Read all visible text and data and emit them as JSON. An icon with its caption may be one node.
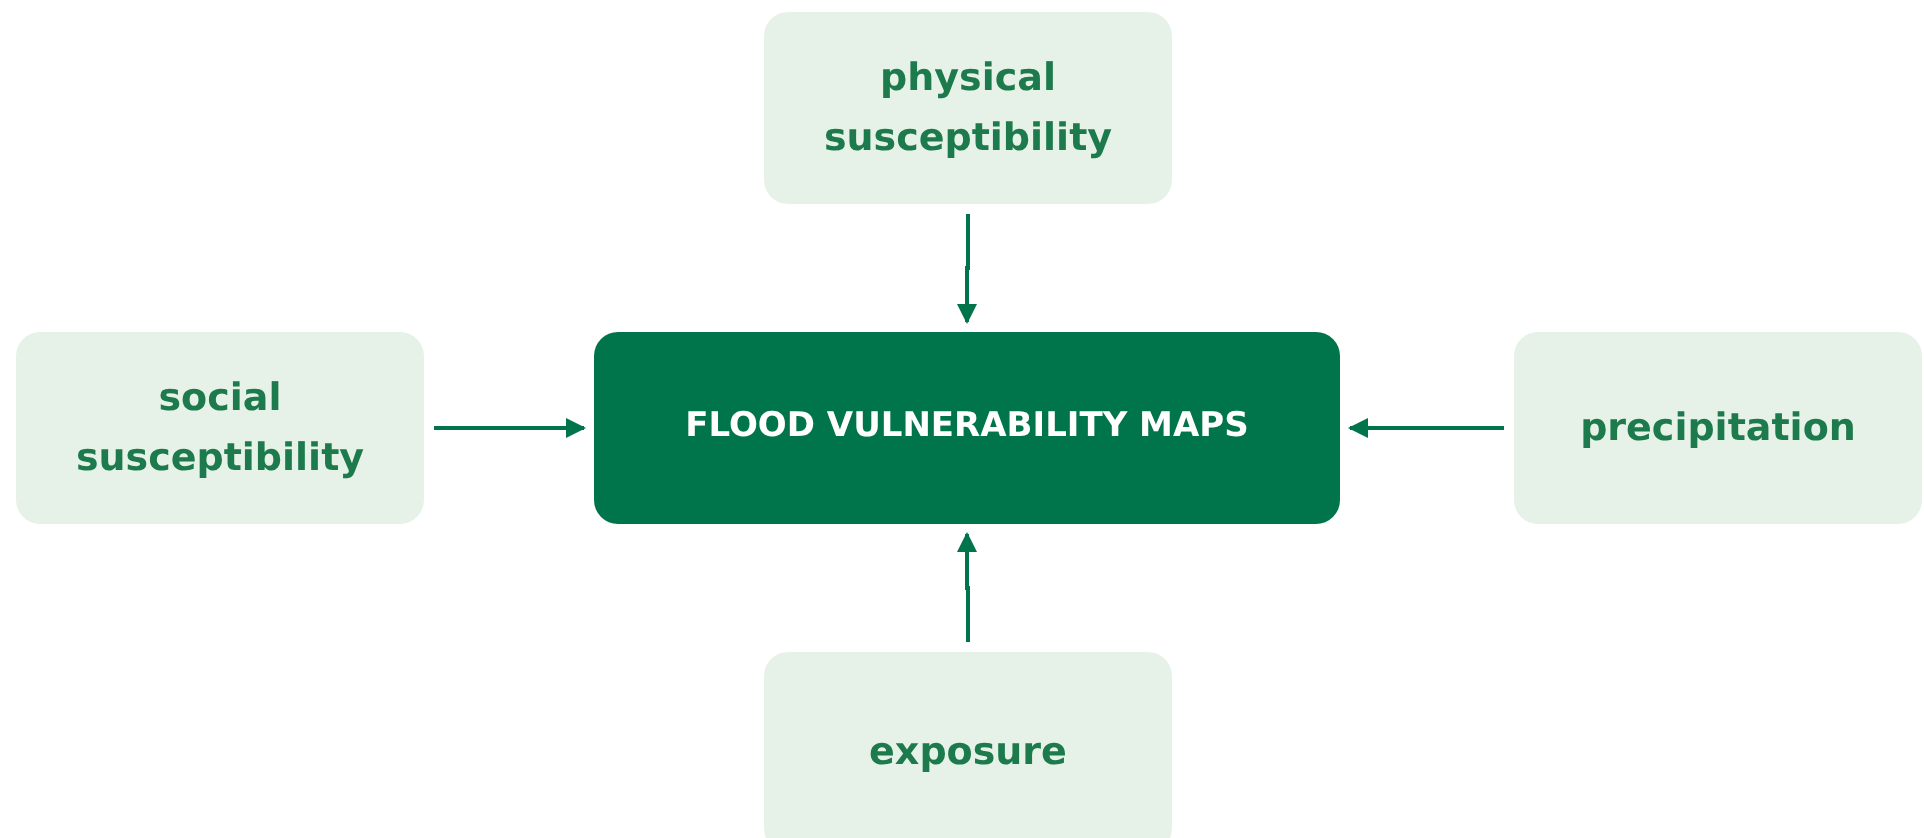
{
  "diagram": {
    "nodes": [
      {
        "text": [
          "physical susceptibility"
        ]
      },
      {
        "text": [
          "social susceptibility"
        ]
      },
      {
        "text": [
          "FLOOD VULNERABILITY MAPS"
        ]
      },
      {
        "text": [
          "precipitation"
        ]
      },
      {
        "text": [
          "exposure"
        ]
      }
    ],
    "edges": [
      {
        "from": 0,
        "to": 2,
        "arrow": "to"
      },
      {
        "from": 1,
        "to": 2,
        "arrow": "to"
      },
      {
        "from": 3,
        "to": 2,
        "arrow": "to"
      },
      {
        "from": 4,
        "to": 2,
        "arrow": "to"
      }
    ]
  }
}
